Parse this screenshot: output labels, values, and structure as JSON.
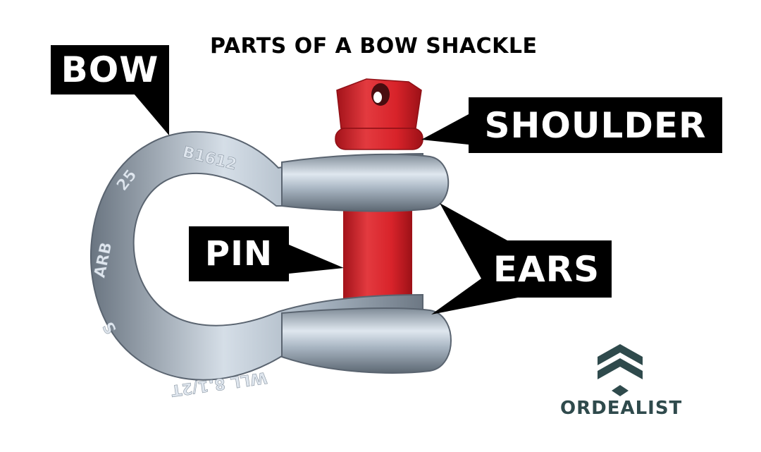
{
  "title": "PARTS OF A BOW SHACKLE",
  "labels": {
    "bow": "BOW",
    "shoulder": "SHOULDER",
    "pin": "PIN",
    "ears": "EARS"
  },
  "engravings": {
    "grade": "B1612",
    "size": "25",
    "maker": "ARB",
    "s_mark": "S",
    "wll": "WLL 8.1/2T"
  },
  "brand": {
    "name": "ORDEALIST",
    "color": "#2f4a4c"
  },
  "colors": {
    "label_bg": "#000000",
    "label_text": "#ffffff",
    "pin_red": "#d8232a",
    "steel": "#b9c4cf"
  }
}
